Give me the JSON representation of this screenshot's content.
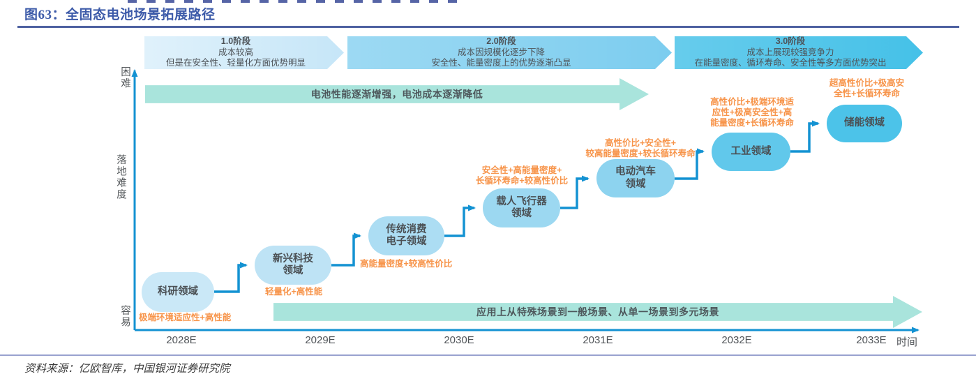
{
  "title": "图63：全固态电池场景拓展路径",
  "source": "资料来源：亿欧智库，中国银河证券研究院",
  "phases": [
    {
      "stage": "1.0阶段",
      "line2": "成本较高",
      "line3": "但是在安全性、轻量化方面优势明显"
    },
    {
      "stage": "2.0阶段",
      "line2": "成本因规模化逐步下降",
      "line3": "安全性、能量密度上的优势逐渐凸显"
    },
    {
      "stage": "3.0阶段",
      "line2": "成本上展现较强竞争力",
      "line3": "在能量密度、循环寿命、安全性等多方面优势突出"
    }
  ],
  "banners": {
    "performance": "电池性能逐渐增强，电池成本逐渐降低",
    "application": "应用上从特殊场景到一般场景、从单一场景到多元场景"
  },
  "y_axis": {
    "top_label": "困难",
    "title": "落地难度",
    "bottom_label": "容易"
  },
  "x_axis": {
    "ticks": [
      "2028E",
      "2029E",
      "2030E",
      "2031E",
      "2032E",
      "2033E"
    ],
    "title": "时间"
  },
  "stages": [
    {
      "label": "科研领域",
      "note": "极端环境适应性+高性能",
      "fill": "#CAE8F7"
    },
    {
      "label": "新兴科技\n领域",
      "note": "轻量化+高性能",
      "fill": "#BEE3F5"
    },
    {
      "label": "传统消费\n电子领域",
      "note": "高能量密度+较高性价比",
      "fill": "#ACDDF3"
    },
    {
      "label": "载人飞行器\n领域",
      "note": "安全性+高能量密度+\n长循环寿命+较高性价比",
      "fill": "#9CD8F1"
    },
    {
      "label": "电动汽车\n领域",
      "note": "高性价比+安全性+\n较高能量密度+较长循环寿命",
      "fill": "#8DD3EF"
    },
    {
      "label": "工业领域",
      "note": "高性价比+极端环境适\n应性+极高安全性+高\n能量密度+长循环寿命",
      "fill": "#61C8EB"
    },
    {
      "label": "储能领域",
      "note": "超高性价比+极高安\n全性+长循环寿命",
      "fill": "#4CC3E9"
    }
  ],
  "colors": {
    "accent_blue": "#1392D2",
    "title_blue": "#3D5BA9",
    "rule_dark": "#2F4590",
    "rule_light": "#99A2CF",
    "orange": "#F7944A",
    "teal": "#A9E4DC",
    "phase1_fill": "#C6E6F8",
    "phase2_fill": "#7CCDEF",
    "phase3_fill": "#45C1E8",
    "text_dark": "#4E5358"
  }
}
